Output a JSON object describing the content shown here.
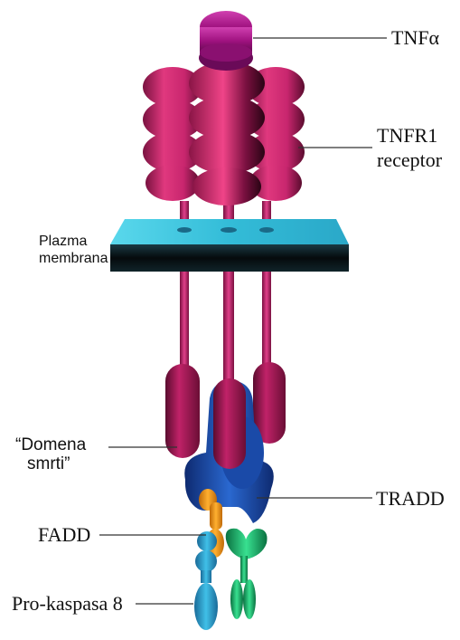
{
  "labels": {
    "tnf": "TNFα",
    "tnfr1_line1": "TNFR1",
    "tnfr1_line2": "receptor",
    "membrane_line1": "Plazma",
    "membrane_line2": "membrana",
    "death_line1": "“Domena",
    "death_line2": "smrti”",
    "tradd": "TRADD",
    "fadd": "FADD",
    "procasp": "Pro-kaspasa 8"
  },
  "colors": {
    "receptor": "#c8266e",
    "receptor_dark": "#6a0e35",
    "ligand": "#b01890",
    "membrane_top": "#3ec9e0",
    "membrane_dark": "#0c1418",
    "tradd": "#1f58b8",
    "fadd": "#f09a20",
    "procasp_blue": "#2a9fd0",
    "procasp_green": "#20c070"
  }
}
